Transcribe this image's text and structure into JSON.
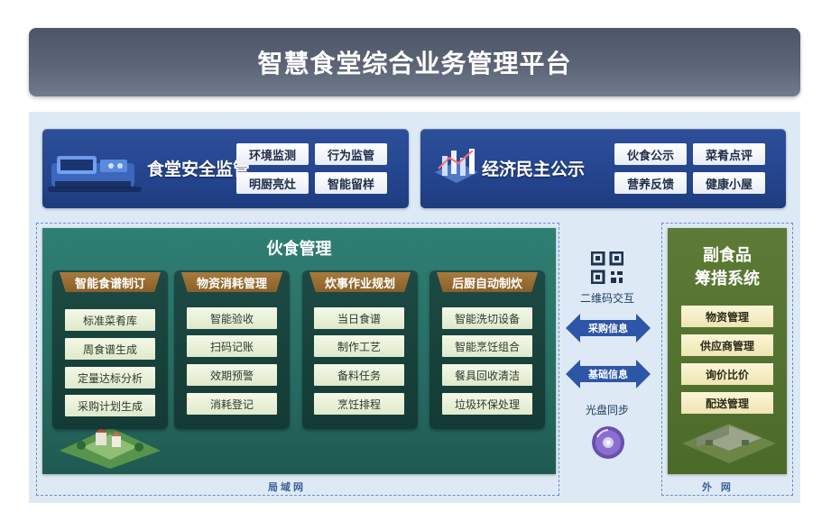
{
  "title": "智慧食堂综合业务管理平台",
  "top_panels": {
    "left": {
      "title": "食堂安全监管",
      "chips": [
        "环境监测",
        "行为监管",
        "明厨亮灶",
        "智能留样"
      ],
      "icon": "kitchen-machine-icon"
    },
    "right": {
      "title": "经济民主公示",
      "chips": [
        "伙食公示",
        "菜肴点评",
        "营养反馈",
        "健康小屋"
      ],
      "icon": "bar-chart-icon"
    }
  },
  "mess_management": {
    "title": "伙食管理",
    "columns": [
      {
        "header": "智能食谱制订",
        "items": [
          "标准菜肴库",
          "周食谱生成",
          "定量达标分析",
          "采购计划生成"
        ]
      },
      {
        "header": "物资消耗管理",
        "items": [
          "智能验收",
          "扫码记账",
          "效期预警",
          "消耗登记"
        ]
      },
      {
        "header": "炊事作业规划",
        "items": [
          "当日食谱",
          "制作工艺",
          "备料任务",
          "烹饪排程"
        ]
      },
      {
        "header": "后厨自动制炊",
        "items": [
          "智能洗切设备",
          "智能烹饪组合",
          "餐具回收清洁",
          "垃圾环保处理"
        ]
      }
    ]
  },
  "exchange": {
    "qr_label": "二维码交互",
    "arrow_1": "采购信息",
    "arrow_2": "基础信息",
    "disc_label": "光盘同步"
  },
  "side_food": {
    "title_line1": "副食品",
    "title_line2": "筹措系统",
    "items": [
      "物资管理",
      "供应商管理",
      "询价比价",
      "配送管理"
    ]
  },
  "network": {
    "lan": "局域网",
    "wan": "外 网"
  },
  "colors": {
    "title_bar": "#5c6577",
    "blue_panel": "#24458e",
    "green_board": "#276c63",
    "olive_panel": "#4b6a2a",
    "column_header": "#9a6d33",
    "arrow": "#2d56a8"
  }
}
